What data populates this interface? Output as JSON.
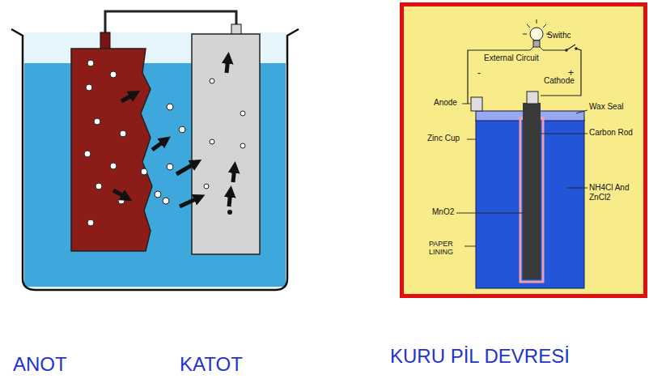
{
  "diagram": {
    "labels": [
      "ANOT",
      "KATOT",
      "KURU PİL DEVRESİ",
      "Swithc",
      "External Circuit",
      "Cathode",
      "-",
      "+",
      "Anode",
      "Wax Seal",
      "Zinc Cup",
      "Carbon Rod",
      "NH4Cl And ZnCl2",
      "MnO2",
      "PAPER LINING"
    ]
  }
}
